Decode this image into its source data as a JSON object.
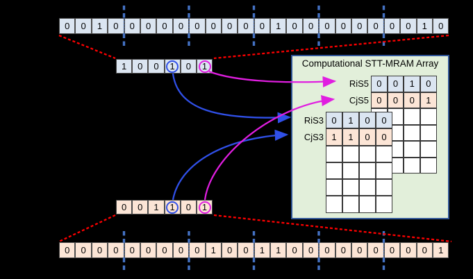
{
  "figure": {
    "kind": "sparse matrix segment compression diagram",
    "background": "#000000"
  },
  "colors": {
    "cell_blue": "#dbe5f1",
    "cell_tan": "#fce5d6",
    "cell_white": "#ffffff",
    "box_green": "#e2efda",
    "box_border": "#2f5496",
    "divider_blue": "#4472c4",
    "expand_red": "#ff0000",
    "link_blue": "#3050e8",
    "link_magenta": "#e01ee0"
  },
  "arrays": {
    "row_i_full": {
      "values": [
        "0",
        "0",
        "1",
        "0",
        "0",
        "0",
        "0",
        "0",
        "0",
        "0",
        "0",
        "0",
        "0",
        "1",
        "0",
        "0",
        "0",
        "0",
        "0",
        "0",
        "0",
        "0",
        "1",
        "0"
      ]
    },
    "row_i_segment_flags": {
      "values": [
        "1",
        "0",
        "0",
        "1",
        "0",
        "1"
      ],
      "circles": [
        {
          "index": 3,
          "color": "blue"
        },
        {
          "index": 5,
          "color": "magenta"
        }
      ]
    },
    "col_j_segment_flags": {
      "values": [
        "0",
        "0",
        "1",
        "1",
        "0",
        "1"
      ],
      "circles": [
        {
          "index": 3,
          "color": "blue"
        },
        {
          "index": 5,
          "color": "magenta"
        }
      ]
    },
    "col_j_full": {
      "values": [
        "0",
        "0",
        "0",
        "0",
        "0",
        "0",
        "0",
        "0",
        "0",
        "1",
        "0",
        "0",
        "1",
        "1",
        "0",
        "0",
        "0",
        "0",
        "0",
        "0",
        "0",
        "0",
        "0",
        "1"
      ]
    }
  },
  "mram_array": {
    "title": "Computational STT-MRAM Array",
    "back_grid": {
      "rows": [
        {
          "label": "RiS5",
          "type": "blue",
          "values": [
            "0",
            "0",
            "1",
            "0"
          ]
        },
        {
          "label": "CjS5",
          "type": "tan",
          "values": [
            "0",
            "0",
            "0",
            "1"
          ]
        },
        {
          "label": "",
          "type": "white",
          "values": [
            "",
            "",
            "",
            ""
          ]
        },
        {
          "label": "",
          "type": "white",
          "values": [
            "",
            "",
            "",
            ""
          ]
        },
        {
          "label": "",
          "type": "white",
          "values": [
            "",
            "",
            "",
            ""
          ]
        },
        {
          "label": "",
          "type": "white",
          "values": [
            "",
            "",
            "",
            ""
          ]
        }
      ]
    },
    "front_grid": {
      "rows": [
        {
          "label": "RiS3",
          "type": "blue",
          "values": [
            "0",
            "1",
            "0",
            "0"
          ]
        },
        {
          "label": "CjS3",
          "type": "tan",
          "values": [
            "1",
            "1",
            "0",
            "0"
          ]
        },
        {
          "label": "",
          "type": "white",
          "values": [
            "",
            "",
            "",
            ""
          ]
        },
        {
          "label": "",
          "type": "white",
          "values": [
            "",
            "",
            "",
            ""
          ]
        },
        {
          "label": "",
          "type": "white",
          "values": [
            "",
            "",
            "",
            ""
          ]
        },
        {
          "label": "",
          "type": "white",
          "values": [
            "",
            "",
            "",
            ""
          ]
        }
      ]
    }
  }
}
